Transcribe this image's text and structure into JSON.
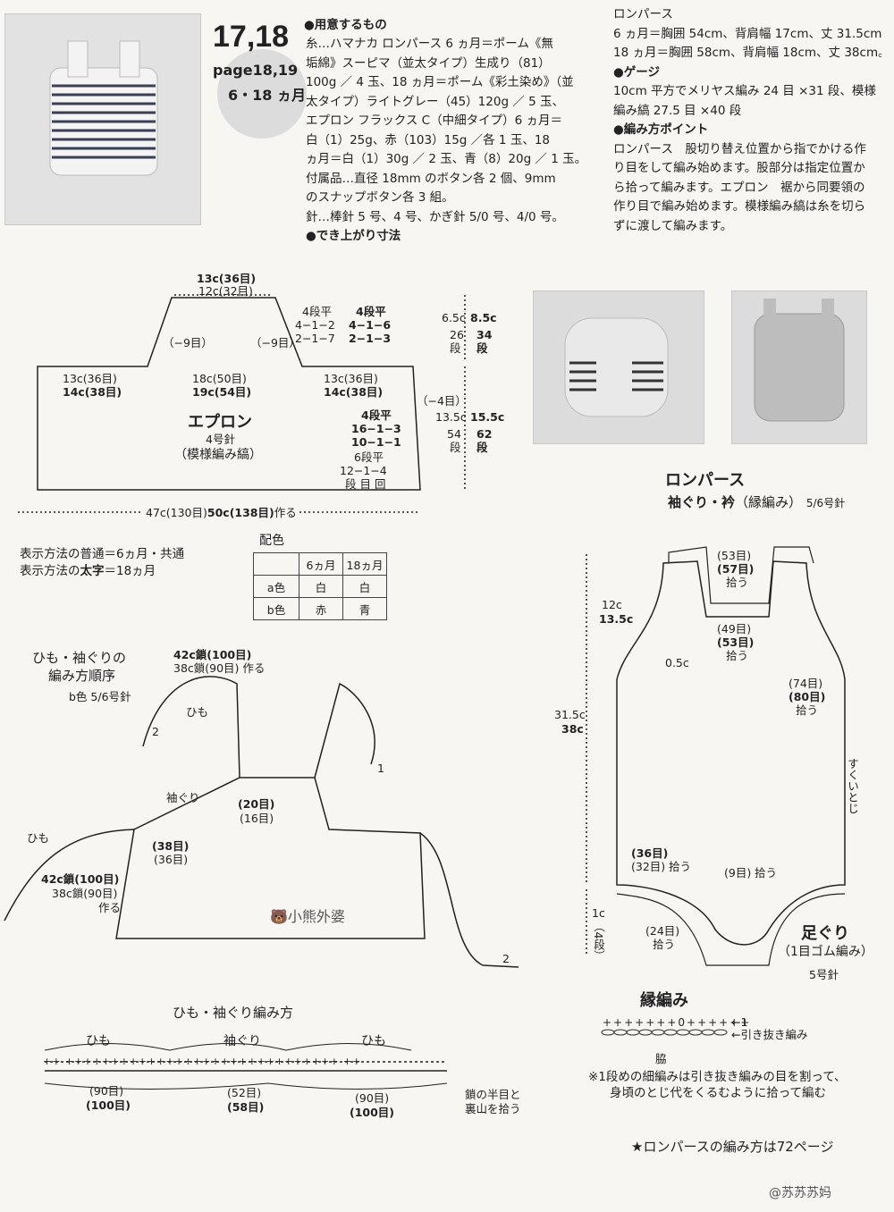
{
  "header": {
    "number": "17,18",
    "page": "page18,19",
    "sizes": "6・18 ヵ月"
  },
  "materials": {
    "heading": "●用意するもの",
    "lines": [
      "糸…ハマナカ ロンパース 6 ヵ月＝ポーム《無",
      "垢綿》スーピマ（並太タイプ）生成り（81）",
      "100g ／ 4 玉、18 ヵ月＝ポーム《彩土染め》（並",
      "太タイプ）ライトグレー（45）120g ／ 5 玉、",
      "エプロン フラックス C（中細タイプ）6 ヵ月＝",
      "白（1）25g、赤（103）15g ／各 1 玉、18",
      "ヵ月＝白（1）30g ／ 2 玉、青（8）20g ／ 1 玉。",
      "付属品…直径 18mm のボタン各 2 個、9mm",
      "のスナップボタン各 3 組。",
      "針…棒針 5 号、4 号、かぎ針 5/0 号、4/0 号。"
    ],
    "finished_heading": "●でき上がり寸法"
  },
  "right_info": {
    "lines": [
      "ロンパース",
      "6 ヵ月＝胸囲 54cm、背肩幅 17cm、丈 31.5cm。",
      "18 ヵ月＝胸囲 58cm、背肩幅 18cm、丈 38cm。",
      "●ゲージ",
      "10cm 平方でメリヤス編み 24 目 ×31 段、模様",
      "編み縞 27.5 目 ×40 段",
      "●編み方ポイント",
      "ロンパース　股切り替え位置から指でかける作",
      "り目をして編み始めます。股部分は指定位置か",
      "ら拾って編みます。エプロン　裾から同要領の",
      "作り目で編み始めます。模様編み縞は糸を切ら",
      "ずに渡して編みます。"
    ]
  },
  "apron": {
    "title": "エプロン",
    "needle": "4号針",
    "pattern": "（模様編み縞）",
    "top_a": "13c(36目)",
    "top_b": "12c(32目)",
    "dec_left": "（−9目）",
    "dec_right": "（−9目）",
    "dec_a_head": "4段平",
    "dec_a_1": "4−1−2",
    "dec_a_2": "2−1−7",
    "dec_b_head": "4段平",
    "dec_b_1": "4−1−6",
    "dec_b_2": "2−1−3",
    "mid_left_a": "13c(36目)",
    "mid_left_b": "14c(38目)",
    "mid_center_a": "18c(50目)",
    "mid_center_b": "19c(54目)",
    "mid_right_a": "13c(36目)",
    "mid_right_b": "14c(38目)",
    "side_dec": "（−4目）",
    "side_head": "4段平",
    "side_1": "16−1−3",
    "side_2": "10−1−1",
    "side_head2": "6段平",
    "side_3": "12−1−4",
    "side_4": "段 目 回",
    "h1_a": "6.5c",
    "h1_b": "8.5c",
    "h1_rows_a": "26",
    "h1_rows_b": "34",
    "h2_a": "13.5c",
    "h2_b": "15.5c",
    "h2_rows_a": "54",
    "h2_rows_b": "62",
    "rows_unit": "段",
    "bottom_a": "47c(130目)",
    "bottom_b": "50c(138目)",
    "bottom_c": "作る"
  },
  "legend": {
    "line1": "表示方法の普通＝6ヵ月・共通",
    "line2_a": "表示方法の",
    "line2_b": "太字",
    "line2_c": "＝18ヵ月"
  },
  "color_table": {
    "title": "配色",
    "headers": [
      "",
      "6ヵ月",
      "18ヵ月"
    ],
    "rows": [
      [
        "a色",
        "白",
        "白"
      ],
      [
        "b色",
        "赤",
        "青"
      ]
    ]
  },
  "ties": {
    "title_1": "ひも・袖ぐりの",
    "title_2": "編み方順序",
    "color": "b色",
    "needle": "5/6号針",
    "top_a": "42c鎖(100目)",
    "top_b": "38c鎖(90目) 作る",
    "himo": "ひも",
    "sodeguri": "袖ぐり",
    "n20": "(20目)",
    "n16": "(16目)",
    "n38": "(38目)",
    "n36": "(36目)",
    "left_himo": "ひも",
    "left_a": "42c鎖(100目)",
    "left_b": "38c鎖(90目)",
    "left_c": "作る",
    "one": "1",
    "two_a": "2",
    "two_b": "2",
    "watermark": "小熊外婆"
  },
  "method": {
    "title": "ひも・袖ぐり編み方",
    "himo_left": "ひも",
    "sodeguri": "袖ぐり",
    "himo_right": "ひも",
    "c90_left": "(90目)",
    "c100_left": "(100目)",
    "c52": "(52目)",
    "c58": "(58目)",
    "c90_right": "(90目)",
    "c100_right": "(100目)",
    "note_1": "鎖の半目と",
    "note_2": "裏山を拾う"
  },
  "romper": {
    "title": "ロンパース",
    "sub_a": "袖ぐり・衿",
    "sub_b": "（縁編み）",
    "needle": "5/6号針",
    "n53": "(53目)",
    "n57": "(57目)",
    "pick1": "拾う",
    "n49": "(49目)",
    "n53b": "(53目)",
    "pick2": "拾う",
    "h12a": "12c",
    "h12b": "13.5c",
    "edge": "0.5c",
    "n74": "(74目)",
    "n80": "(80目)",
    "pick3": "拾う",
    "h31a": "31.5c",
    "h31b": "38c",
    "side": "すくいとじ",
    "n36": "(36目)",
    "n32": "(32目)",
    "pick4": "拾う",
    "n9": "(9目)",
    "pick5": "拾う",
    "h1c": "1c",
    "h1rows": "（4段）",
    "n24": "(24目)",
    "pick6": "拾う",
    "leg_title": "足ぐり",
    "leg_sub": "（1目ゴム編み）",
    "leg_needle": "5号針"
  },
  "edging": {
    "title": "縁編み",
    "r1": "←1",
    "r1_label": "引き抜き編み",
    "side": "脇",
    "note_1": "※1段めの細編みは引き抜き編みの目を割って、",
    "note_2": "身頃のとじ代をくるむように拾って編む",
    "ref": "★ロンパースの編み方は72ページ"
  },
  "credit": "@苏苏苏妈"
}
